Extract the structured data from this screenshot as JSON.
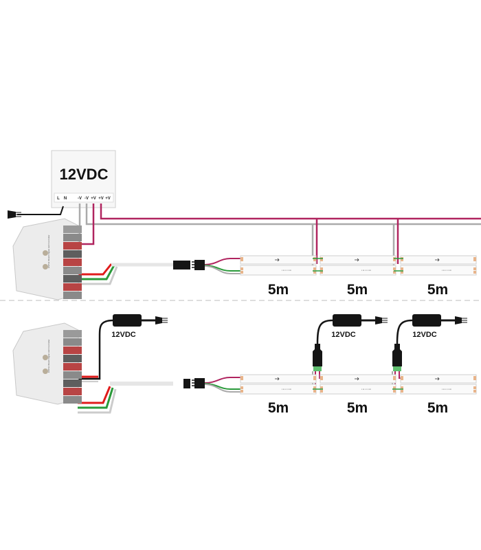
{
  "top_section": {
    "psu_label": "12VDC",
    "psu_terminals": [
      "L",
      "N",
      "",
      "-V",
      "-V",
      "+V",
      "+V",
      "+V"
    ],
    "segment_lengths": [
      "5m",
      "5m",
      "5m"
    ]
  },
  "bottom_section": {
    "adapter_labels": [
      "12VDC",
      "12VDC",
      "12VDC"
    ],
    "segment_lengths": [
      "5m",
      "5m",
      "5m"
    ]
  },
  "controller": {
    "title": "ESP32 WLED Digital LED Controller"
  },
  "colors": {
    "positive_wire": "#b0245f",
    "negative_wire": "#aaaaaa",
    "power_red": "#e01b1b",
    "data_green": "#2a9a3a",
    "adapter_black": "#151515",
    "strip_pad": "#e8b48a"
  }
}
